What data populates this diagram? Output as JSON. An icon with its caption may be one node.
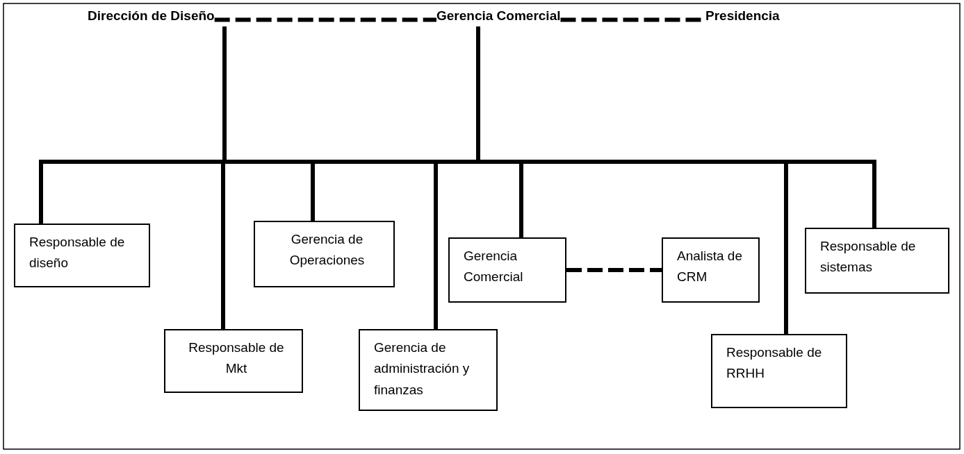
{
  "diagram": {
    "nodes": [
      {
        "text": [
          "Dirección de Diseño"
        ]
      },
      {
        "text": [
          "Gerencia Comercial"
        ]
      },
      {
        "text": [
          "Presidencia"
        ]
      },
      {
        "text": [
          "Responsable de diseño"
        ]
      },
      {
        "text": [
          "Responsable de Mkt"
        ]
      },
      {
        "text": [
          "Gerencia de Operaciones"
        ]
      },
      {
        "text": [
          "Gerencia de administración y finanzas"
        ]
      },
      {
        "text": [
          "Gerencia Comercial"
        ]
      },
      {
        "text": [
          "Analista de CRM"
        ]
      },
      {
        "text": [
          "Responsable de RRHH"
        ]
      },
      {
        "text": [
          "Responsable de sistemas"
        ]
      }
    ],
    "edges": [
      {
        "from": 0,
        "to": 1,
        "arrow": "none",
        "style": "dashed"
      },
      {
        "from": 1,
        "to": 2,
        "arrow": "none",
        "style": "dashed"
      },
      {
        "from": 0,
        "to": 3,
        "arrow": "none"
      },
      {
        "from": 0,
        "to": 4,
        "arrow": "none"
      },
      {
        "from": 0,
        "to": 5,
        "arrow": "none"
      },
      {
        "from": 0,
        "to": 6,
        "arrow": "none"
      },
      {
        "from": 0,
        "to": 7,
        "arrow": "none"
      },
      {
        "from": 0,
        "to": 9,
        "arrow": "none"
      },
      {
        "from": 0,
        "to": 10,
        "arrow": "none"
      },
      {
        "from": 1,
        "to": 3,
        "arrow": "none"
      },
      {
        "from": 1,
        "to": 4,
        "arrow": "none"
      },
      {
        "from": 1,
        "to": 5,
        "arrow": "none"
      },
      {
        "from": 1,
        "to": 6,
        "arrow": "none"
      },
      {
        "from": 1,
        "to": 7,
        "arrow": "none"
      },
      {
        "from": 1,
        "to": 9,
        "arrow": "none"
      },
      {
        "from": 1,
        "to": 10,
        "arrow": "none"
      },
      {
        "from": 7,
        "to": 8,
        "arrow": "none",
        "style": "dashed"
      }
    ]
  }
}
